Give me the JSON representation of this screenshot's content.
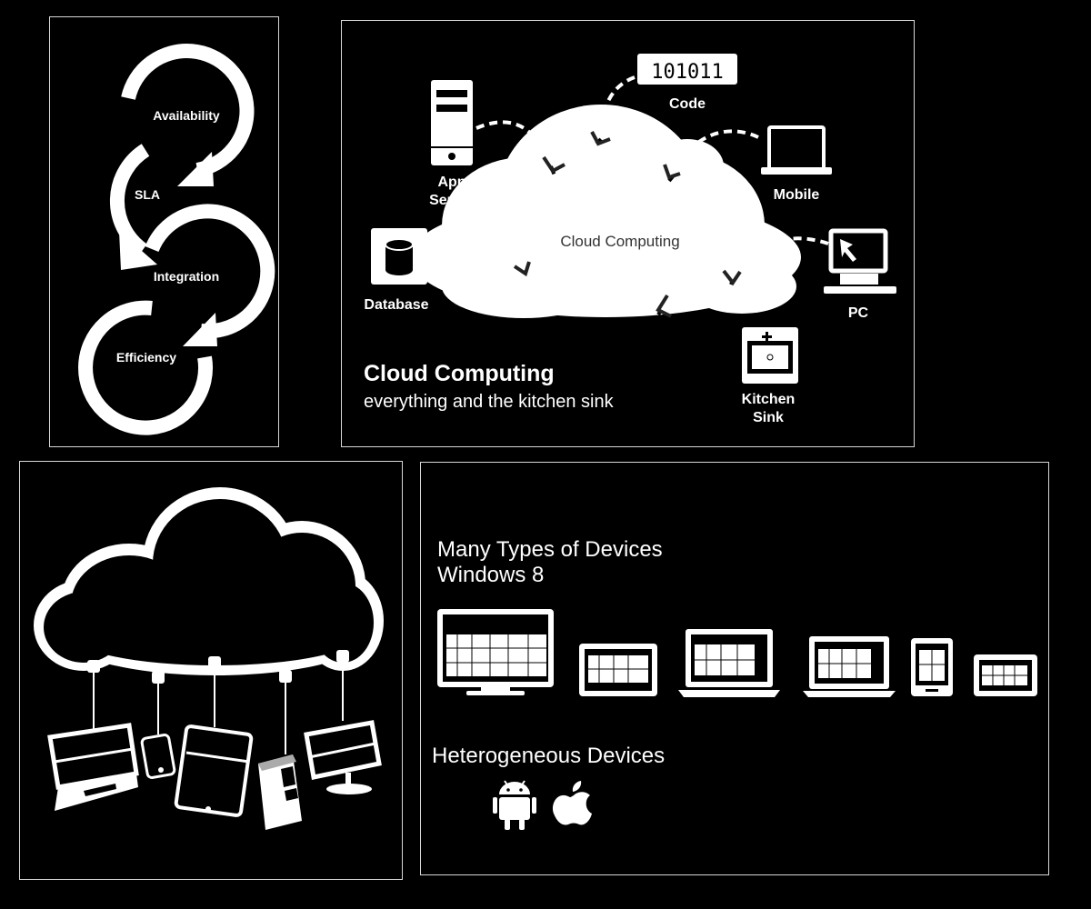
{
  "cycle": {
    "labels": [
      "Availability",
      "SLA",
      "Integration",
      "Efficiency"
    ]
  },
  "cloud_diagram": {
    "center_label": "Cloud Computing",
    "code_value": "101011",
    "nodes": {
      "code": "Code",
      "app_server": [
        "App",
        "Server"
      ],
      "mobile": "Mobile",
      "database": "Database",
      "pc": "PC",
      "kitchen_sink": [
        "Kitchen",
        "Sink"
      ]
    },
    "title": "Cloud Computing",
    "subtitle": "everything and the kitchen sink"
  },
  "devices_panel": {
    "heading_line1": "Many Types of Devices",
    "heading_line2": "Windows 8",
    "heterogeneous": "Heterogeneous Devices"
  },
  "colors": {
    "background": "#000000",
    "foreground": "#ffffff",
    "border": "#d8d8d8"
  }
}
